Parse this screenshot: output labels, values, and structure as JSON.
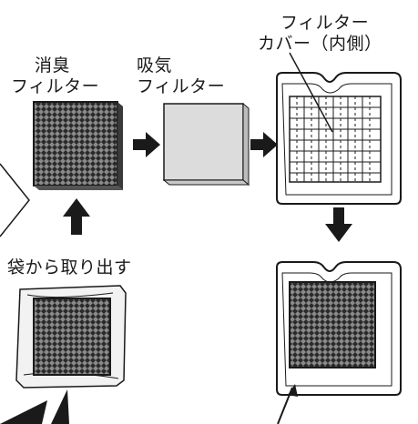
{
  "labels": {
    "deodorizing_filter": [
      "消臭",
      "フィルター"
    ],
    "intake_filter": [
      "吸気",
      "フィルター"
    ],
    "filter_cover": [
      "フィルター",
      "カバー（内側）"
    ],
    "take_out_of_bag": "袋から取り出す"
  },
  "colors": {
    "ink": "#1a1a1a",
    "intake_filter_fill": "#dcdcdc",
    "mesh_dark": "#2a2a2a",
    "mesh_light": "#9a9a9a"
  }
}
